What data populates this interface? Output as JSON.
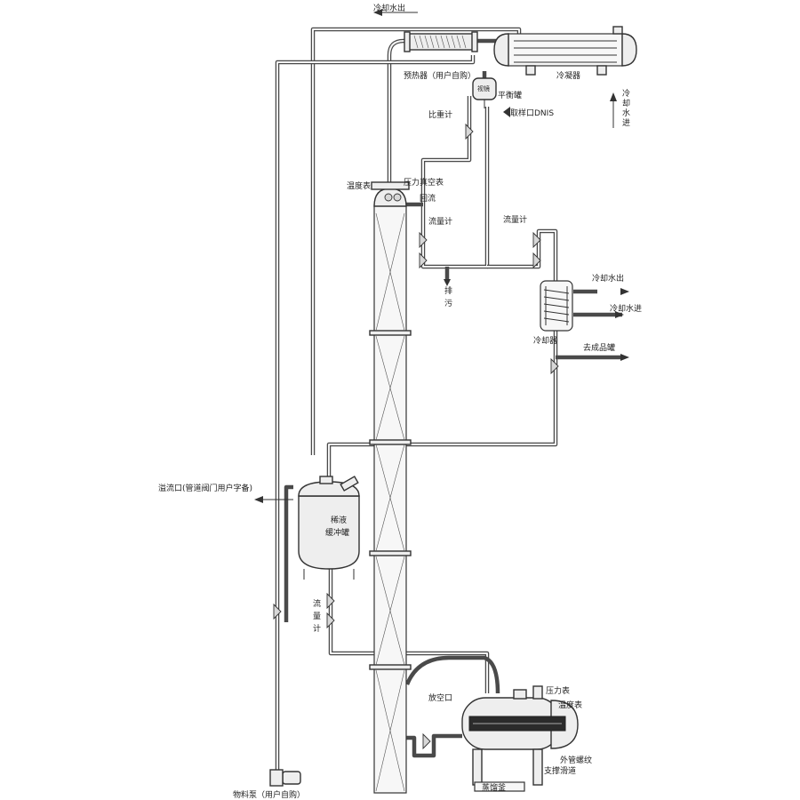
{
  "labels": {
    "cooling_water_out_top": "冷却水出",
    "preheater": "预热器（用户自购）",
    "condenser": "冷凝器",
    "balance_tank": "平衡罐",
    "balance_tank_tag": "视镜",
    "sample_port": "取样口DNIS",
    "cooling_water_in_right": [
      "冷",
      "却",
      "水",
      "进"
    ],
    "hydrometer": "比重计",
    "thermometer_top": "温度表",
    "pressure_vacuum_gauge": "压力真空表",
    "reflux": "回流",
    "flowmeter_1": "流量计",
    "flowmeter_2": "流量计",
    "drain": [
      "排",
      "污"
    ],
    "cooler_water_out": "冷却水出",
    "cooler_water_in": "冷却水进",
    "cooler": "冷却器",
    "to_product_tank": "去成品罐",
    "overflow_port": "溢流口(管道阀门用户字备)",
    "buffer_tank": [
      "稀液",
      "缓冲罐"
    ],
    "flowmeter_3": [
      "流",
      "量",
      "计"
    ],
    "vent_port": "放空口",
    "pressure_gauge": "压力表",
    "thermometer_bottom": "温度表",
    "outer_thread": "外管螺纹",
    "support_rail": "支撑滑道",
    "still_kettle": "蒸馏釜",
    "feed_pump": "物料泵（用户自购）"
  }
}
